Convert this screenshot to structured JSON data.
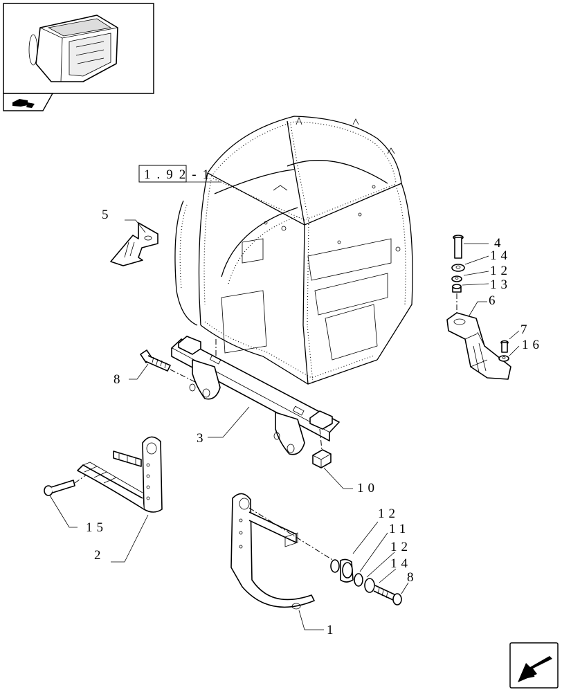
{
  "reference": "1.92-1",
  "reference_chars": [
    "1",
    ".",
    "9",
    "2",
    "-",
    "1"
  ],
  "callouts": [
    {
      "id": "c5",
      "text": "5"
    },
    {
      "id": "c4",
      "text": "4"
    },
    {
      "id": "c14a",
      "text": "14"
    },
    {
      "id": "c12a",
      "text": "12"
    },
    {
      "id": "c13",
      "text": "13"
    },
    {
      "id": "c6",
      "text": "6"
    },
    {
      "id": "c7",
      "text": "7"
    },
    {
      "id": "c16",
      "text": "16"
    },
    {
      "id": "c8a",
      "text": "8"
    },
    {
      "id": "c3",
      "text": "3"
    },
    {
      "id": "c10",
      "text": "10"
    },
    {
      "id": "c15",
      "text": "15"
    },
    {
      "id": "c2",
      "text": "2"
    },
    {
      "id": "c12b",
      "text": "12"
    },
    {
      "id": "c11",
      "text": "11"
    },
    {
      "id": "c12c",
      "text": "12"
    },
    {
      "id": "c14b",
      "text": "14"
    },
    {
      "id": "c8b",
      "text": "8"
    },
    {
      "id": "c1",
      "text": "1"
    }
  ],
  "icons": {
    "thumbnail": "cab-overview-thumbnail",
    "section_tab": "tractor-cab-section-icon",
    "nav_arrow": "previous-page-arrow-icon"
  }
}
